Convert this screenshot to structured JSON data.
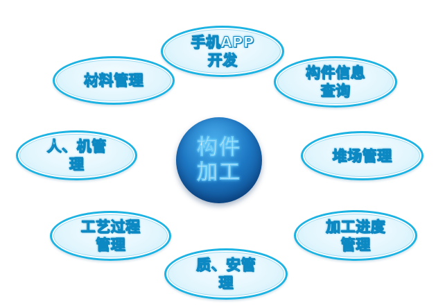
{
  "center": {
    "label": "构件\n加工"
  },
  "nodes": {
    "app_dev": "手机APP\n开发",
    "component_query": "构件信息\n查询",
    "material_mgmt": "材料管理",
    "personnel_machine_mgmt": "人、机管\n理",
    "yard_mgmt": "堆场管理",
    "process_mgmt": "工艺过程\n管理",
    "progress_mgmt": "加工进度\n管理",
    "quality_safety_mgmt": "质、安管\n理"
  },
  "colors": {
    "node_border": "#1cb3e3",
    "node_fill": "#e3f6fd",
    "label_text": "#e8f8ff",
    "label_outline": "#0c88c2",
    "center_fill": "#1e78c4",
    "center_text": "#d6f1ff"
  }
}
